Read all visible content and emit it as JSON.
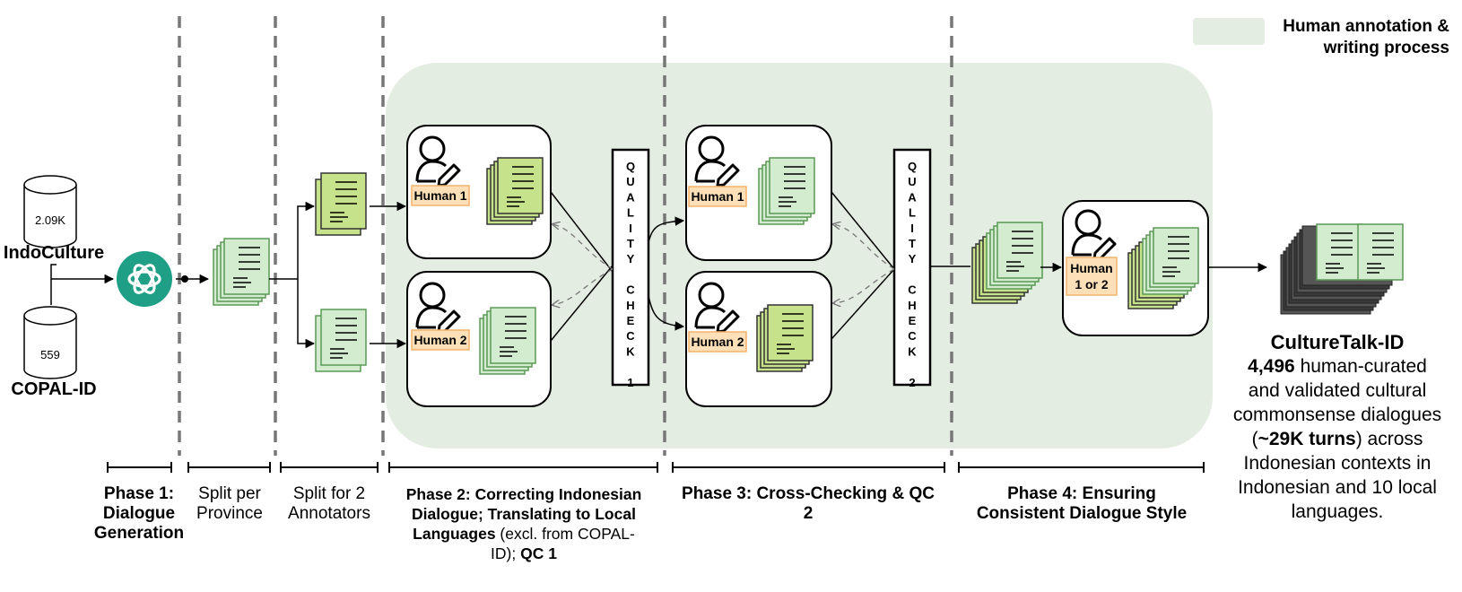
{
  "legend": {
    "label_line1": "Human annotation &",
    "label_line2": "writing process",
    "color": "#e4ede2"
  },
  "sources": {
    "db1": {
      "count": "2.09K",
      "name": "IndoCulture"
    },
    "db2": {
      "count": "559",
      "name": "COPAL-ID"
    }
  },
  "human_boxes": {
    "p2_top": "Human 1",
    "p2_bottom": "Human 2",
    "p3_top": "Human 1",
    "p3_bottom": "Human 2",
    "p4_line1": "Human",
    "p4_line2": "1 or 2"
  },
  "quality_checks": {
    "qc1_letters": [
      "Q",
      "U",
      "A",
      "L",
      "I",
      "T",
      "Y",
      "",
      "C",
      "H",
      "E",
      "C",
      "K",
      "",
      "1"
    ],
    "qc2_letters": [
      "Q",
      "U",
      "A",
      "L",
      "I",
      "T",
      "Y",
      "",
      "C",
      "H",
      "E",
      "C",
      "K",
      "",
      "2"
    ]
  },
  "phases": {
    "p1": {
      "line1": "Phase 1:",
      "line2": "Dialogue",
      "line3": "Generation"
    },
    "split1": {
      "line1": "Split per",
      "line2": "Province"
    },
    "split2": {
      "line1": "Split for 2",
      "line2": "Annotators"
    },
    "p2": {
      "line1": "Phase 2: Correcting Indonesian",
      "line2": "Dialogue; Translating to Local",
      "line3_bold": "Languages",
      "line3_rest": " (excl. from COPAL-",
      "line4_a": "ID); ",
      "line4_bold": "QC 1"
    },
    "p3": {
      "line1": "Phase 3: Cross-Checking & QC",
      "line2": "2"
    },
    "p4": {
      "line1": "Phase 4: Ensuring",
      "line2": "Consistent Dialogue Style"
    }
  },
  "summary": {
    "title": "CultureTalk-ID",
    "count_bold": "4,496",
    "line1_rest": " human-curated",
    "line2": "and validated cultural",
    "line3": "commonsense dialogues",
    "line4_open": "(",
    "turns_bold": "~29K turns",
    "line4_rest": ") across",
    "line5": "Indonesian contexts in",
    "line6": "Indonesian and 10 local",
    "line7": "languages."
  },
  "colors": {
    "panel_green": "#e4ede2",
    "doc_light": "#d3ebcf",
    "doc_lime": "#c6e28a",
    "label_orange": "#fde0b8",
    "openai_teal": "#1f9f86"
  }
}
